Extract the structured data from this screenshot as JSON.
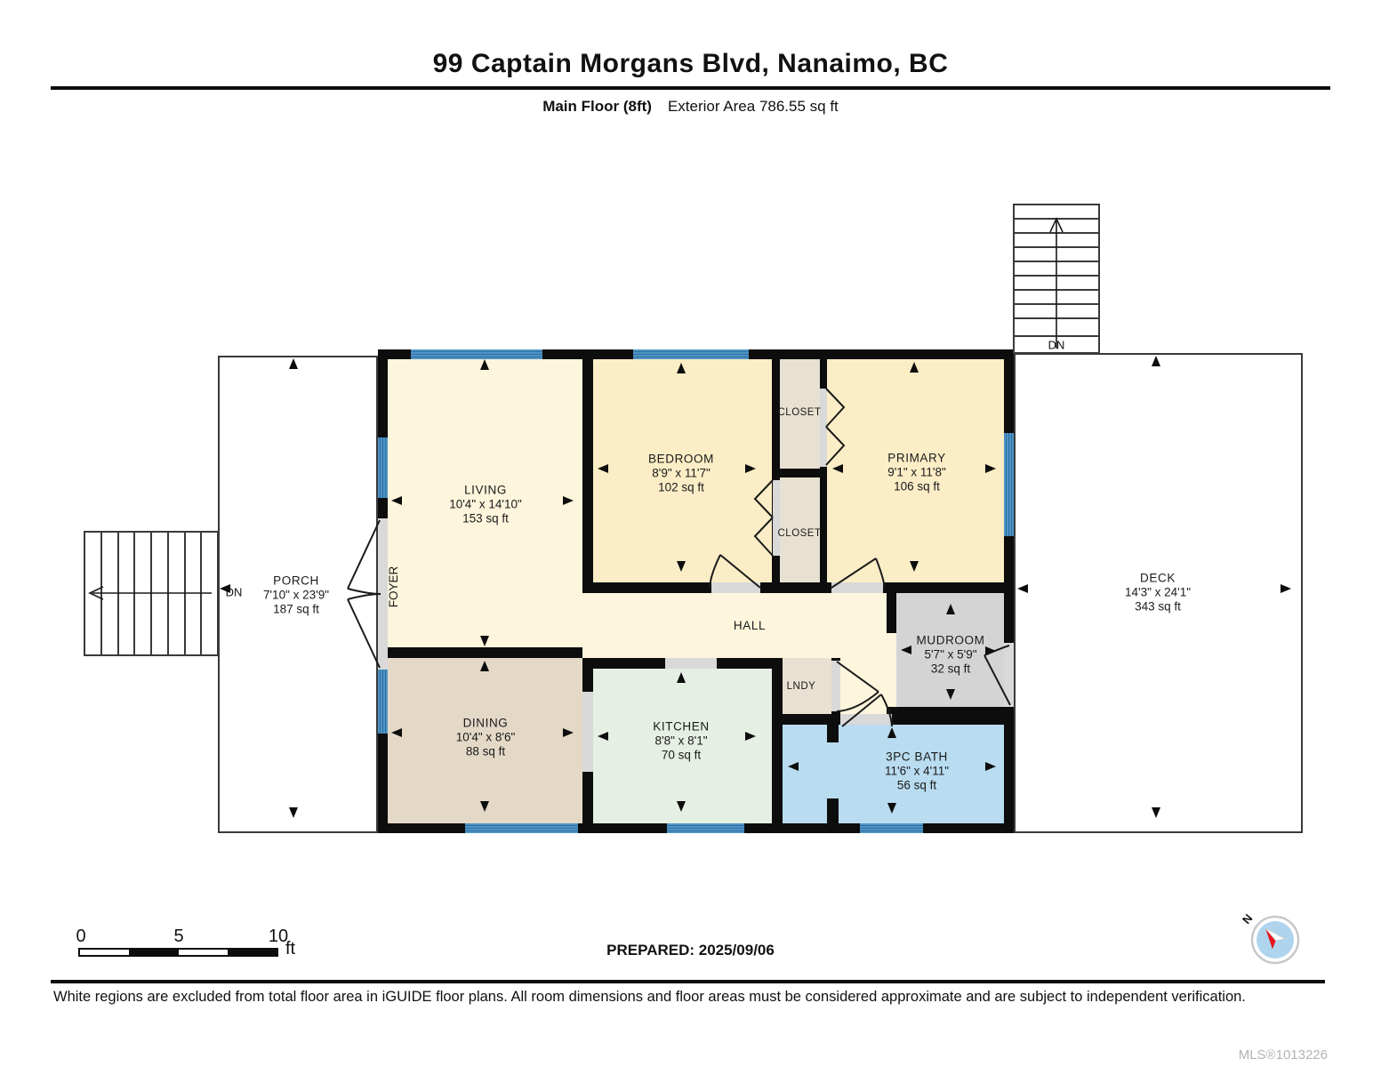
{
  "header": {
    "title": "99 Captain Morgans Blvd, Nanaimo, BC",
    "floor_label": "Main Floor (8ft)",
    "area_label": "Exterior Area 786.55 sq ft"
  },
  "rooms": {
    "living": {
      "name": "LIVING",
      "dims": "10'4\" x 14'10\"",
      "area": "153 sq ft"
    },
    "bedroom": {
      "name": "BEDROOM",
      "dims": "8'9\" x 11'7\"",
      "area": "102 sq ft"
    },
    "primary": {
      "name": "PRIMARY",
      "dims": "9'1\" x 11'8\"",
      "area": "106 sq ft"
    },
    "dining": {
      "name": "DINING",
      "dims": "10'4\" x 8'6\"",
      "area": "88 sq ft"
    },
    "kitchen": {
      "name": "KITCHEN",
      "dims": "8'8\" x 8'1\"",
      "area": "70 sq ft"
    },
    "bath": {
      "name": "3PC BATH",
      "dims": "11'6\" x 4'11\"",
      "area": "56 sq ft"
    },
    "mudroom": {
      "name": "MUDROOM",
      "dims": "5'7\" x 5'9\"",
      "area": "32 sq ft"
    },
    "porch": {
      "name": "PORCH",
      "dims": "7'10\" x 23'9\"",
      "area": "187 sq ft"
    },
    "deck": {
      "name": "DECK",
      "dims": "14'3\" x 24'1\"",
      "area": "343 sq ft"
    },
    "hall": {
      "name": "HALL"
    },
    "foyer": {
      "name": "FOYER"
    },
    "laundry": {
      "name": "LNDY"
    },
    "closet_top": {
      "name": "CLOSET"
    },
    "closet_bottom": {
      "name": "CLOSET"
    }
  },
  "stairs": {
    "left_down_label": "DN",
    "top_down_label": "DN"
  },
  "scale_bar": {
    "tick_0": "0",
    "tick_5": "5",
    "tick_10": "10",
    "unit": "ft"
  },
  "compass": {
    "north_label": "N"
  },
  "footer": {
    "prepared": "PREPARED: 2025/09/06",
    "disclaimer": "White regions are excluded from total floor area in iGUIDE floor plans. All room dimensions and floor areas must be considered approximate and are subject to independent verification.",
    "mls": "MLS®1013226"
  },
  "colors": {
    "wall": "#0d0d0d",
    "window": "#4f94c6",
    "living_cream": "#fdf5dc",
    "bedroom_gold": "#fbedc6",
    "dining_tan": "#e4d9c7",
    "kitchen_mint": "#e5efe3",
    "bath_blue": "#b9dcf0",
    "mudroom_gray": "#d4d4d4",
    "closet_beige": "#e8e0d1",
    "door_opening": "#d9d9d9",
    "compass_red": "#e8131d",
    "compass_blue": "#aed4ee",
    "mls_gray": "#b3b3b3"
  }
}
